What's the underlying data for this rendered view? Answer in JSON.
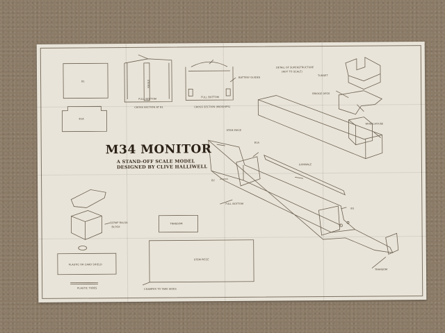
{
  "plan": {
    "title": "M34 MONITOR",
    "subtitle_line1": "A STAND-OFF SCALE MODEL",
    "subtitle_line2": "DESIGNED BY CLIVE HALLIWELL",
    "labels": {
      "b1": "B1",
      "stern": "STERN",
      "full_bottom_top": "FULL BOTTOM",
      "full_bottom_top2": "FULL BOTTOM",
      "cross_section_1": "CROSS SECTION AT B1",
      "cross_section_2": "CROSS SECTION (MIDSHIPS)",
      "battery_guides": "BATTERY GUIDES",
      "detail_superstructure": "DETAIL OF SUPERSTRUCTURE",
      "not_to_scale": "(NOT TO SCALE)",
      "turret": "TURRET",
      "wheelhouse": "WHEELHOUSE",
      "bridge_deck": "BRIDGE DECK",
      "stem_piece_label": "STEM PIECE",
      "b1a": "B1A",
      "b2": "B2",
      "b3": "B3",
      "gunwale": "GUNWALE",
      "full_bottom_main": "FULL BOTTOM",
      "transom_main": "TRANSOM",
      "scrap_balsa": "SCRAP BALSA",
      "block": "BLOCK",
      "plastic_shield": "PLASTIC OR CARD SHIELD",
      "plastic_tubes": "PLASTIC TUBES",
      "transom_part": "TRANSOM",
      "stem_piece_part": "STEM PIECE",
      "chamfer": "CHAMFER TO TAKE SIDES"
    }
  },
  "colors": {
    "paper": "#e9e4d9",
    "line": "#6a6050",
    "title": "#2a2016",
    "carpet": "#8a7a66"
  }
}
